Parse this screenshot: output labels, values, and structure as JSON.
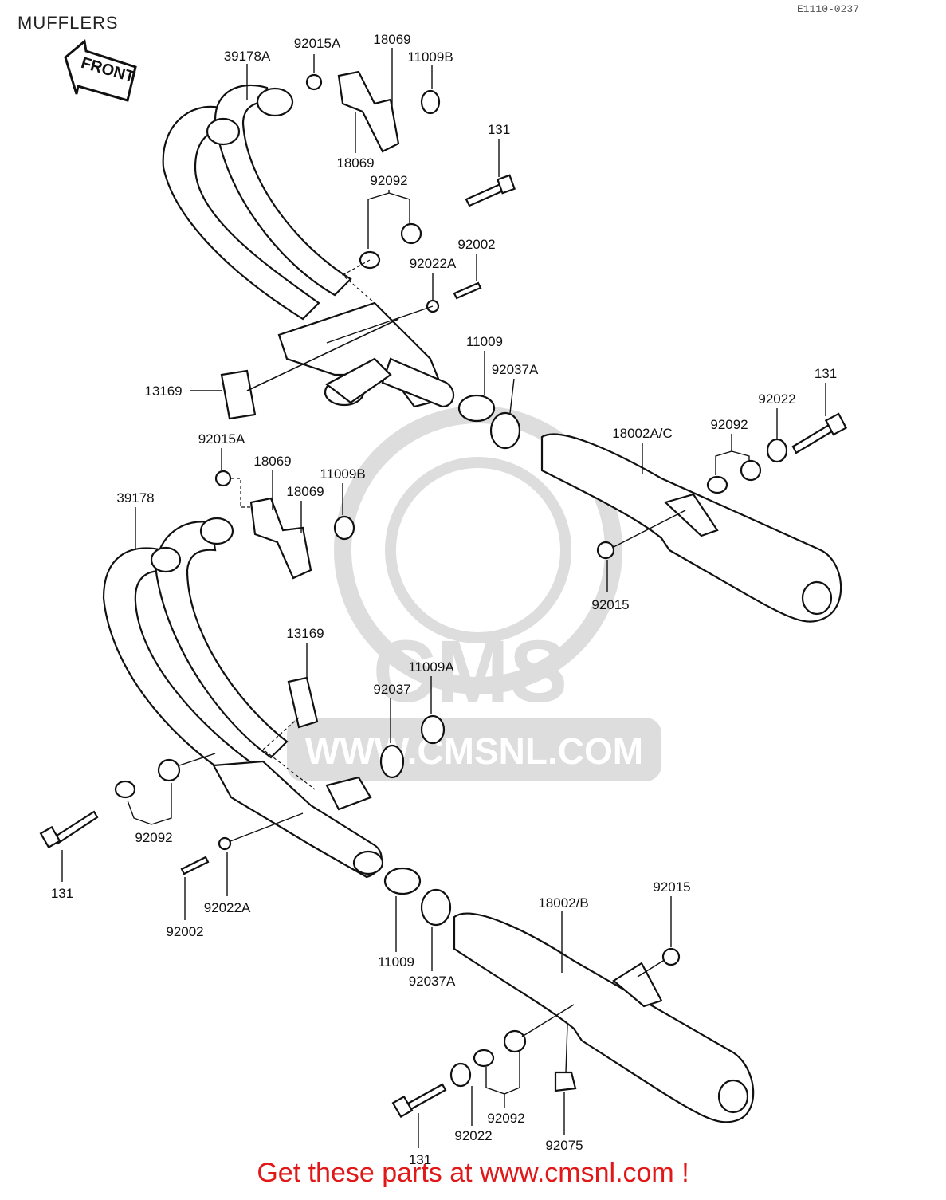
{
  "header": {
    "title": "MUFFLERS",
    "diagram_code": "E1110-0237"
  },
  "watermark": {
    "brand": "CMS",
    "url": "WWW.CMSNL.COM"
  },
  "orientation": {
    "front_label": "FRONT"
  },
  "callouts": {
    "c1": "39178A",
    "c2": "92015A",
    "c3": "18069",
    "c4": "11009B",
    "c5": "18069",
    "c6": "131",
    "c7": "92092",
    "c8": "92002",
    "c9": "92022A",
    "c10": "11009",
    "c11": "92037A",
    "c12": "13169",
    "c13": "131",
    "c14": "92022",
    "c15": "18002A/C",
    "c16": "92092",
    "c17": "92015A",
    "c18": "18069",
    "c19": "11009B",
    "c20": "18069",
    "c21": "39178",
    "c22": "92015",
    "c23": "13169",
    "c24": "11009A",
    "c25": "92037",
    "c26": "92092",
    "c27": "131",
    "c28": "92022A",
    "c29": "92002",
    "c30": "11009",
    "c31": "92037A",
    "c32": "18002/B",
    "c33": "92015",
    "c34": "131",
    "c35": "92022",
    "c36": "92092",
    "c37": "92075"
  },
  "footer": {
    "text": "Get these parts at www.cmsnl.com !",
    "color": "#e01818"
  }
}
